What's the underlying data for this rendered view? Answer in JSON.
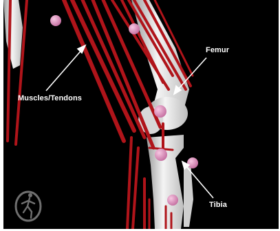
{
  "labels": {
    "muscles_tendons": "Muscles/Tendons",
    "femur": "Femur",
    "tibia": "Tibia"
  },
  "colors": {
    "background": "#000000",
    "muscle": "#b0141a",
    "bone": "#e6e6e6",
    "marker": "#e58fbf",
    "label_text": "#ffffff"
  },
  "icons": {
    "logo": "running-figure-logo-icon"
  }
}
